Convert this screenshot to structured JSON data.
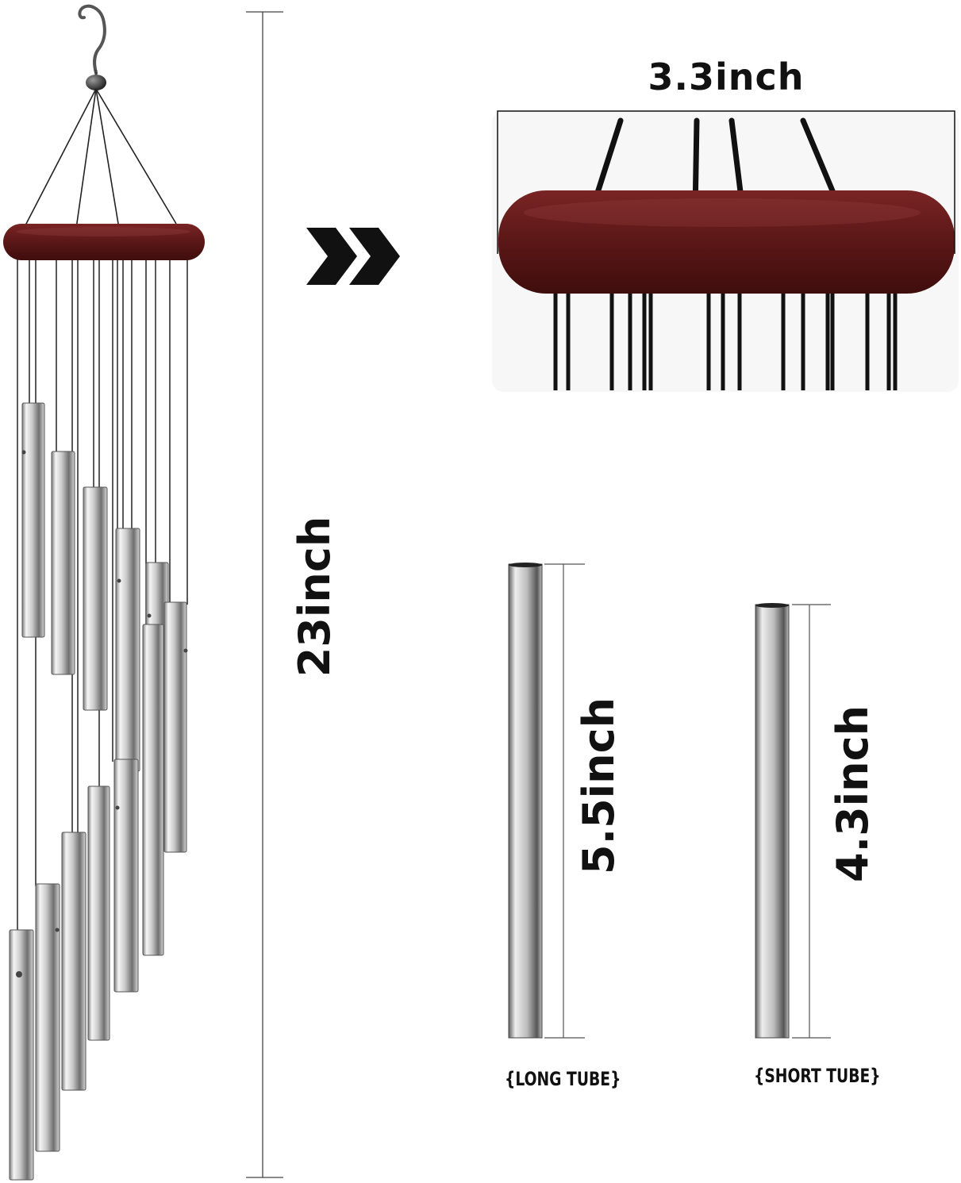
{
  "labels": {
    "ring_width": "3.3inch",
    "total_height": "23inch",
    "long_tube_length": "5.5inch",
    "short_tube_length": "4.3inch",
    "long_tube_caption": "{LONG TUBE}",
    "short_tube_caption": "{SHORT TUBE}"
  },
  "colors": {
    "wood": "#6b1d1d",
    "metal_light": "#f2f2f2",
    "metal_dark": "#8a8a8a",
    "line": "#111111",
    "dimension": "#333333"
  },
  "icons": {
    "arrow": "double-chevron-right-icon"
  }
}
